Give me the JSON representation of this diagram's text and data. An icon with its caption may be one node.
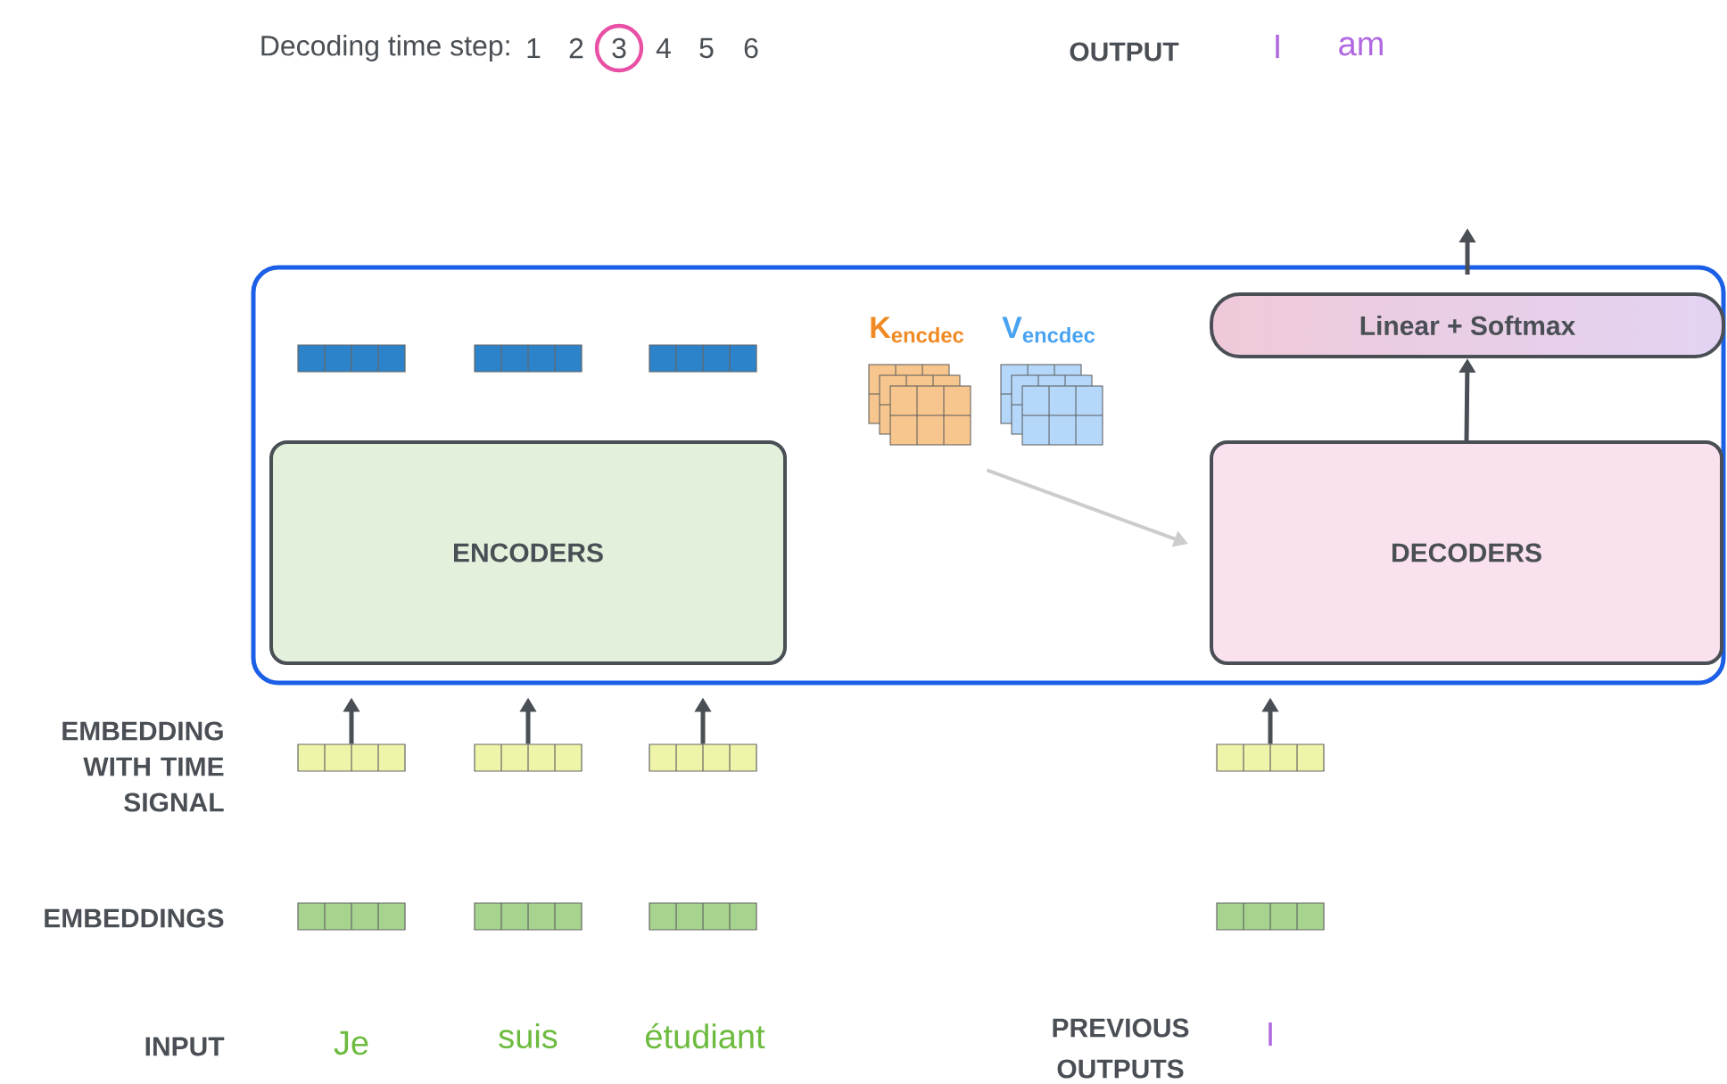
{
  "diagram": {
    "nodes": [
      {
        "text": [],
        "shape": "box"
      },
      {
        "text": [
          "ENCODERS"
        ],
        "in": 0
      },
      {
        "text": [
          "DECODERS"
        ],
        "in": 0
      },
      {
        "text": [
          "Linear + Softmax"
        ],
        "in": 0
      },
      {
        "text": [],
        "shape": "bar",
        "in": 0
      },
      {
        "text": [],
        "shape": "bar",
        "in": 0
      },
      {
        "text": [],
        "shape": "bar",
        "in": 0
      },
      {
        "text": [
          "K$_{encdec}$"
        ],
        "in": 0
      },
      {
        "text": [
          "V$_{encdec}$"
        ],
        "in": 0
      },
      {
        "text": [],
        "shape": "bar"
      },
      {
        "text": [],
        "shape": "bar"
      },
      {
        "text": [],
        "shape": "bar"
      },
      {
        "text": [],
        "shape": "bar"
      },
      {
        "text": [],
        "shape": "bar"
      },
      {
        "text": [],
        "shape": "bar"
      },
      {
        "text": [],
        "shape": "bar"
      },
      {
        "text": [],
        "shape": "bar"
      }
    ],
    "edges": [
      {
        "from": 9,
        "to": 0,
        "arrow": "to"
      },
      {
        "from": 10,
        "to": 0,
        "arrow": "to"
      },
      {
        "from": 11,
        "to": 0,
        "arrow": "to"
      },
      {
        "from": 12,
        "to": 0,
        "arrow": "to"
      },
      {
        "from": 2,
        "to": 3,
        "arrow": "to"
      },
      {
        "from": 3,
        "to": null,
        "arrow": "to"
      },
      {
        "from": 7,
        "to": 2,
        "arrow": "to",
        "color": "#cccccc"
      }
    ],
    "labels": [
      "Decoding time step:",
      "1",
      "2",
      "3",
      "4",
      "5",
      "6",
      "OUTPUT",
      "I",
      "am",
      "EMBEDDING WITH TIME SIGNAL",
      "EMBEDDINGS",
      "INPUT",
      "Je",
      "suis",
      "étudiant",
      "PREVIOUS OUTPUTS",
      "I"
    ]
  }
}
